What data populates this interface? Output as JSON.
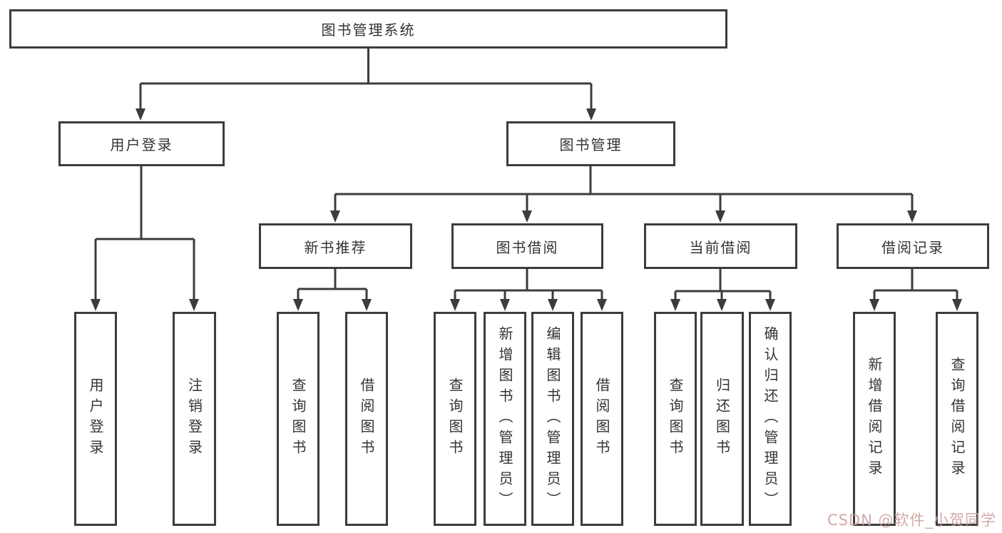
{
  "diagram": {
    "root": {
      "label": "图书管理系统"
    },
    "branches": [
      {
        "label": "用户登录",
        "children": [
          "用户登录",
          "注销登录"
        ]
      },
      {
        "label": "图书管理",
        "modules": [
          {
            "label": "新书推荐",
            "children": [
              "查询图书",
              "借阅图书"
            ]
          },
          {
            "label": "图书借阅",
            "children": [
              "查询图书",
              "新增图书（管理员）",
              "编辑图书（管理员）",
              "借阅图书"
            ]
          },
          {
            "label": "当前借阅",
            "children": [
              "查询图书",
              "归还图书",
              "确认归还（管理员）"
            ]
          },
          {
            "label": "借阅记录",
            "children": [
              "新增借阅记录",
              "查询借阅记录"
            ]
          }
        ]
      }
    ]
  },
  "watermark": {
    "text": "CSDN @软件_小贺同学",
    "color": "#cf9f9f"
  },
  "colors": {
    "line": "#3c3c3c",
    "text": "#333333",
    "background": "#ffffff"
  }
}
